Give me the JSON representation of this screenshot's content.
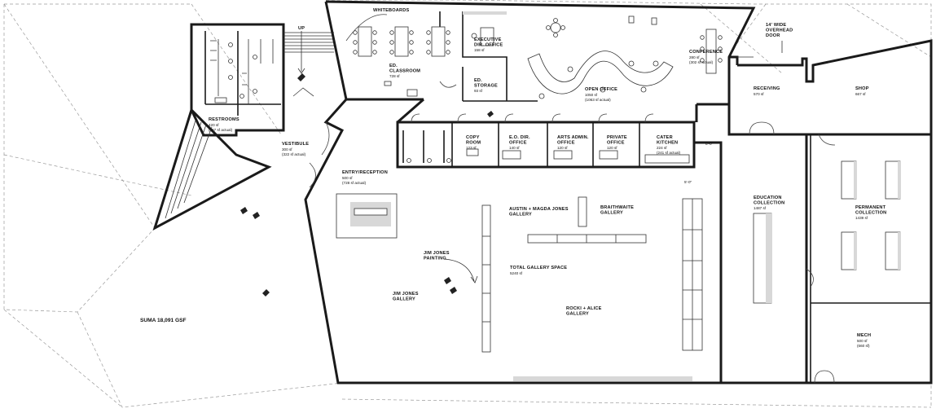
{
  "labels": {
    "whiteboards": "WHITEBOARDS",
    "up": "UP",
    "ed_classroom": "ED.\nCLASSROOM",
    "ed_classroom_area": "728 sf",
    "exec_office": "EXECUTIVE\nDIR. OFFICE",
    "exec_office_area": "158 sf",
    "ed_storage": "ED.\nSTORAGE",
    "ed_storage_area": "93 sf",
    "open_office": "OPEN OFFICE",
    "open_office_area": "1050 sf\n(1063 sf actual)",
    "conference": "CONFERENCE",
    "conference_area": "280 sf\n(302 sf actual)",
    "overhead_door": "14' WIDE\nOVERHEAD\nDOOR",
    "receiving": "RECEIVING",
    "receiving_area": "570 sf",
    "shop": "SHOP",
    "shop_area": "667 sf",
    "restrooms": "RESTROOMS",
    "restrooms_area": "420 sf\n(467 sf actual)",
    "vestibule": "VESTIBULE",
    "vestibule_area": "300 sf\n(322 sf actual)",
    "copy_room": "COPY\nROOM",
    "copy_room_area": "123 sf",
    "ed_dir_office": "E.O. DIR.\nOFFICE",
    "ed_dir_office_area": "140 sf",
    "arts_admin": "ARTS ADMIN.\nOFFICE",
    "arts_admin_area": "120 sf",
    "private_office": "PRIVATE\nOFFICE",
    "private_office_area": "120 sf",
    "cater_kitchen": "CATER\nKITCHEN",
    "cater_kitchen_area": "224 sf\n(241 sf actual)",
    "entry": "ENTRY/RECEPTION",
    "entry_area": "500 sf\n(728 sf actual)",
    "austin": "AUSTIN + MAGDA JONES\nGALLERY",
    "braithwaite": "BRAITHWAITE\nGALLERY",
    "jim_jones_painting": "JIM JONES\nPAINTING",
    "total_gallery": "TOTAL GALLERY SPACE",
    "total_gallery_area": "5240 sf",
    "jim_jones_gallery": "JIM JONES\nGALLERY",
    "rocki": "ROCKI + ALICE\nGALLERY",
    "education_collection": "EDUCATION\nCOLLECTION",
    "education_collection_area": "1487 sf",
    "permanent_collection": "PERMANENT\nCOLLECTION",
    "permanent_collection_area": "1439 sf",
    "mech": "MECH",
    "mech_area": "500 sf\n(660 sf)",
    "suma": "SUMA 18,091 GSF",
    "dim_1": "8'-0\"",
    "dim_2": "5'-0\""
  }
}
